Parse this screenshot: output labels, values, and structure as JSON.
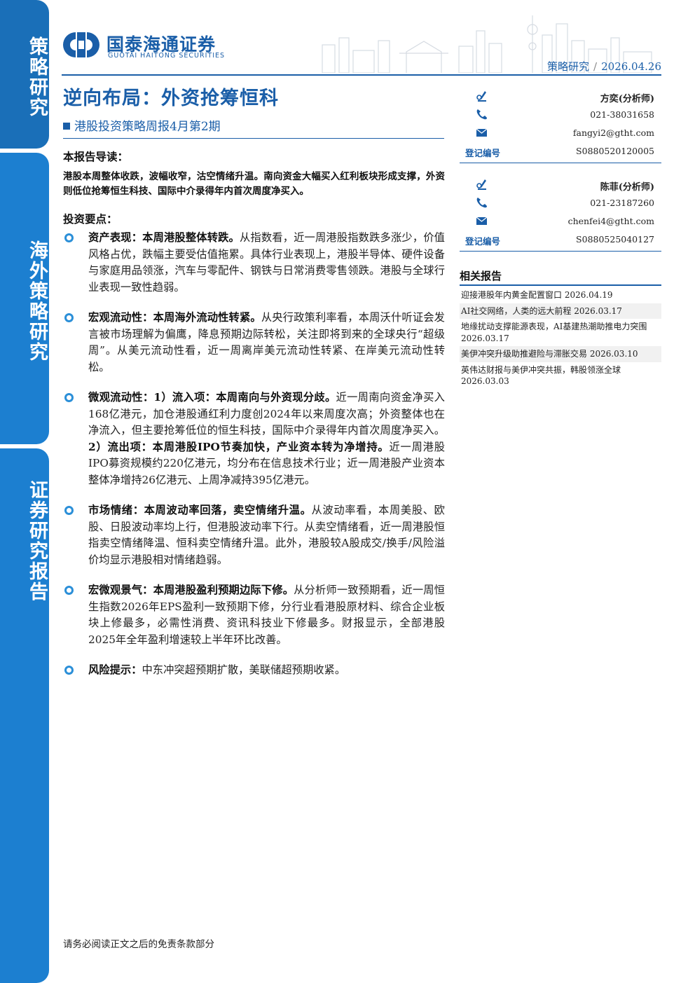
{
  "sidebar": {
    "tab1": "策略研究",
    "tab2": "海外策略研究",
    "tab3": "证券研究报告"
  },
  "header": {
    "brand_cn": "国泰海通证券",
    "brand_en": "GUOTAI HAITONG SECURITIES",
    "category": "策略研究",
    "separator": "/",
    "date": "2026.04.26"
  },
  "title": "逆向布局：外资抢筹恒科",
  "subtitle": "港股投资策略周报4月第2期",
  "intro": {
    "heading": "本报告导读：",
    "text": "港股本周整体收跌，波幅收窄，沽空情绪升温。南向资金大幅买入红利板块形成支撑，外资则低位抢筹恒生科技、国际中介录得年内首次周度净买入。"
  },
  "key_points": {
    "heading": "投资要点：",
    "items": [
      {
        "lead": "资产表现：本周港股整体转跌。",
        "text": "从指数看，近一周港股指数跌多涨少，价值风格占优，跌幅主要受估值拖累。具体行业表现上，港股半导体、硬件设备与家庭用品领涨，汽车与零配件、钢铁与日常消费零售领跌。港股与全球行业表现一致性趋弱。"
      },
      {
        "lead": "宏观流动性：本周海外流动性转紧。",
        "text": "从央行政策利率看，本周沃什听证会发言被市场理解为偏鹰，降息预期边际转松，关注即将到来的全球央行“超级周”。从美元流动性看，近一周离岸美元流动性转紧、在岸美元流动性转松。"
      },
      {
        "lead": "微观流动性：1）流入项：本周南向与外资现分歧。",
        "text": "近一周南向资金净买入168亿港元，加仓港股通红利力度创2024年以来周度次高；外资整体也在净流入，但主要抢筹低位的恒生科技，国际中介录得年内首次周度净买入。",
        "lead2": "2）流出项：本周港股IPO节奏加快，产业资本转为净增持。",
        "text2": "近一周港股IPO募资规模约220亿港元，均分布在信息技术行业；近一周港股产业资本整体净增持26亿港元、上周净减持395亿港元。"
      },
      {
        "lead": "市场情绪：本周波动率回落，卖空情绪升温。",
        "text": "从波动率看，本周美股、欧股、日股波动率均上行，但港股波动率下行。从卖空情绪看，近一周港股恒指卖空情绪降温、恒科卖空情绪升温。此外，港股较A股成交/换手/风险溢价均显示港股相对情绪趋弱。"
      },
      {
        "lead": "宏微观景气：本周港股盈利预期边际下修。",
        "text": "从分析师一致预期看，近一周恒生指数2026年EPS盈利一致预期下修，分行业看港股原材料、综合企业板块上修最多，必需性消费、资讯科技业下修最多。财报显示，全部港股2025年全年盈利增速较上半年环比改善。"
      },
      {
        "lead": "风险提示：",
        "text": "中东冲突超预期扩散，美联储超预期收紧。"
      }
    ]
  },
  "analysts": [
    {
      "name": "方奕(分析师)",
      "phone": "021-38031658",
      "email": "fangyi2@gtht.com",
      "reg_label": "登记编号",
      "reg_no": "S0880520120005"
    },
    {
      "name": "陈菲(分析师)",
      "phone": "021-23187260",
      "email": "chenfei4@gtht.com",
      "reg_label": "登记编号",
      "reg_no": "S0880525040127"
    }
  ],
  "related": {
    "heading": "相关报告",
    "items": [
      "迎接港股年内黄金配置窗口  2026.04.19",
      "AI社交网络，人类的远大前程  2026.03.17",
      "地缘扰动支撑能源表现，AI基建热潮助推电力突围  2026.03.17",
      "美伊冲突升级助推避险与滞胀交易  2026.03.10",
      "英伟达财报与美伊冲突共振，韩股领涨全球  2026.03.03"
    ]
  },
  "footer": "请务必阅读正文之后的免责条款部分",
  "colors": {
    "brand_blue": "#1a5ea8",
    "tab_blue": "#1c7fd0"
  }
}
